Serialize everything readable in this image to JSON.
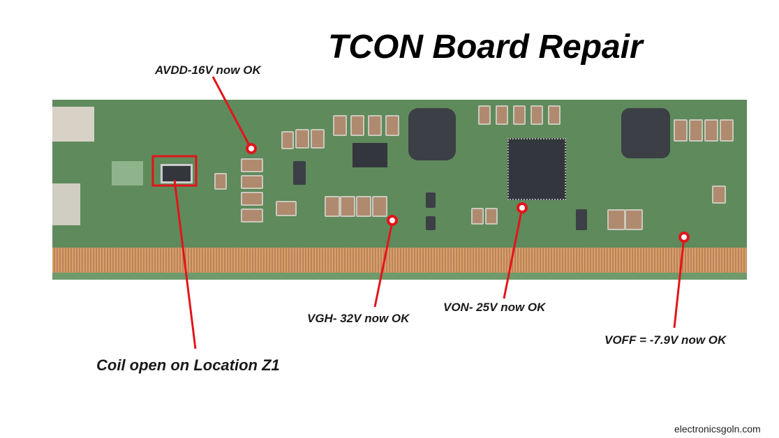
{
  "title": "TCON Board Repair",
  "annotations": {
    "avdd": "AVDD-16V now OK",
    "coil": "Coil open on Location Z1",
    "vgh": "VGH- 32V now OK",
    "von": "VON- 25V now OK",
    "voff": "VOFF = -7.9V now OK"
  },
  "watermark": "electronicsgoln.com",
  "colors": {
    "marker": "#e3141b",
    "board": "#5f8a5c",
    "fingers": "#d9a06a"
  }
}
